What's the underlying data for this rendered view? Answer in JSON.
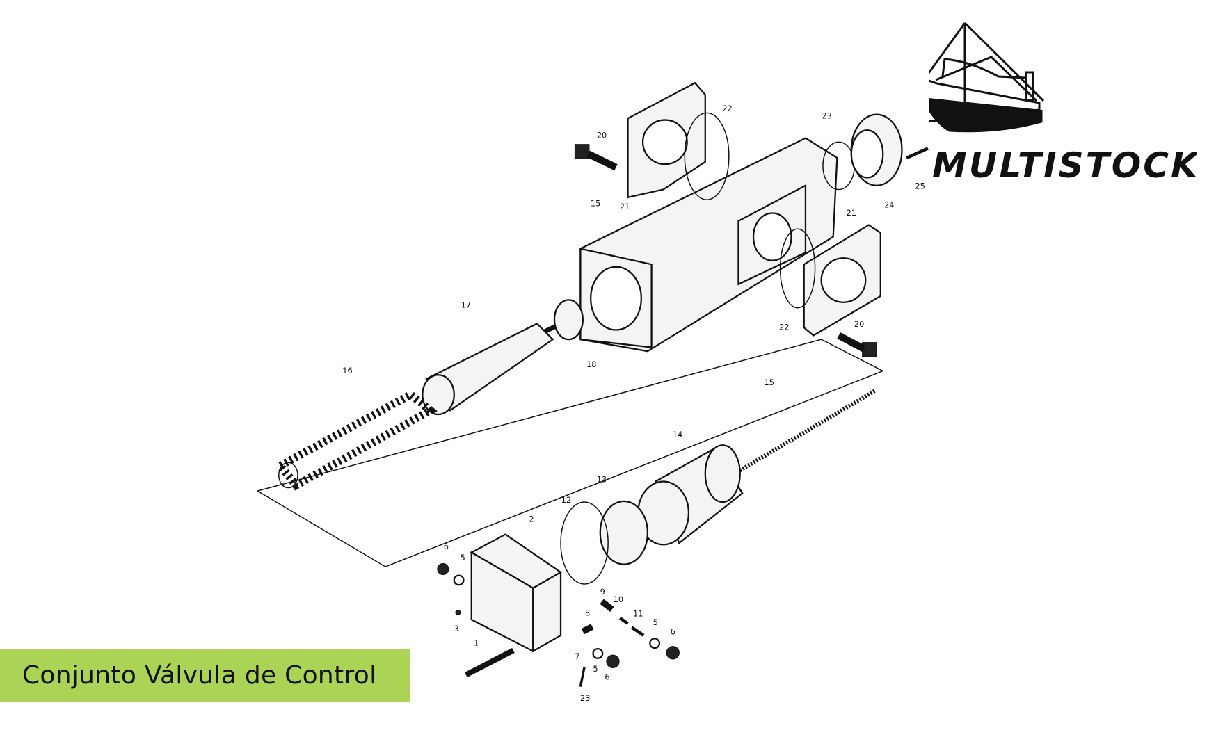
{
  "brand": {
    "name": "MULTISTOCK",
    "icon": "fishing-boat-logo"
  },
  "title": "Conjunto Válvula de Control",
  "colors": {
    "banner": "#abd356",
    "ink": "#111111"
  },
  "part_labels": [
    "20",
    "22",
    "21",
    "15",
    "23",
    "25",
    "24",
    "21",
    "22",
    "20",
    "17",
    "18",
    "16",
    "15",
    "14",
    "13",
    "12",
    "2",
    "6",
    "5",
    "3",
    "1",
    "9",
    "10",
    "11",
    "8",
    "7",
    "5",
    "6",
    "5",
    "6",
    "23"
  ]
}
